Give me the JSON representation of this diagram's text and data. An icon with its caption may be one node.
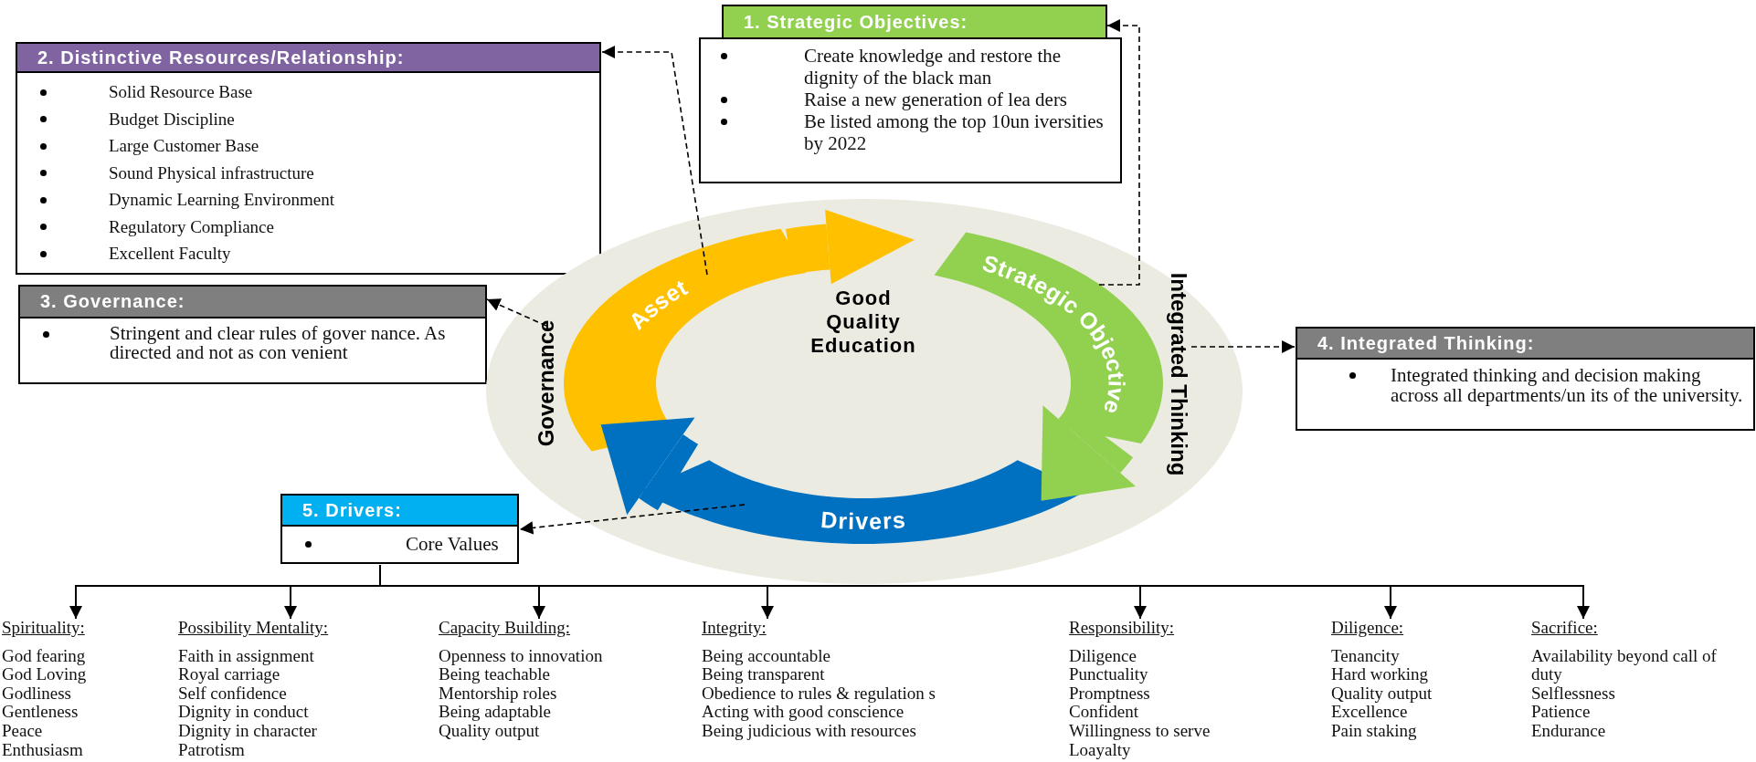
{
  "diagram": {
    "nodes": [
      {
        "text": [
          "1. Strategic Objectives:",
          "Create knowledge and restore the dignity of the black man",
          "Raise a new generation of lea ders",
          "Be listed among the top 10un iversities by 2022"
        ]
      },
      {
        "text": [
          "2. Distinctive Resources/Relationship:",
          "Solid Resource Base",
          "Budget Discipline",
          "Large Customer Base",
          "Sound Physical infrastructure",
          "Dynamic Learning Environment",
          "Regulatory Compliance",
          "Excellent Faculty"
        ]
      },
      {
        "text": [
          "3. Governance:",
          "Stringent and clear rules of gover nance. As directed and not as con venient"
        ]
      },
      {
        "text": [
          "Good Quality Education"
        ]
      },
      {
        "text": [
          "Asset"
        ],
        "in": 3
      },
      {
        "text": [
          "Strategic Objective"
        ],
        "in": 3
      },
      {
        "text": [
          "Drivers"
        ],
        "in": 3
      },
      {
        "text": [
          "Governance"
        ],
        "in": 3
      },
      {
        "text": [
          "Integrated Thinking"
        ],
        "in": 3
      },
      {
        "text": [
          "4. Integrated Thinking:",
          "Integrated thinking and decision making across all departments/un its of the university."
        ]
      },
      {
        "text": [
          "5. Drivers:",
          "Core Values"
        ]
      },
      {
        "text": [
          "Spirituality:",
          "God fearing",
          "God Loving",
          "Godliness",
          "Gentleness",
          "Peace",
          "Enthusiasm"
        ]
      },
      {
        "text": [
          "Possibility Mentality:",
          "Faith in assignment",
          "Royal carriage",
          "Self confidence",
          "Dignity in conduct",
          "Dignity in character",
          "Patrotism"
        ]
      },
      {
        "text": [
          "Capacity Building:",
          "Openness to innovation",
          "Being teachable",
          "Mentorship roles",
          "Being adaptable",
          "Quality output"
        ]
      },
      {
        "text": [
          "Integrity:",
          "Being accountable",
          "Being transparent",
          "Obedience to rules & regulation s",
          "Acting with good conscience",
          "Being judicious with resources"
        ]
      },
      {
        "text": [
          "Responsibility:",
          "Diligence",
          "Punctuality",
          "Promptness",
          "Confident",
          "Willingness to serve",
          "Loayalty"
        ]
      },
      {
        "text": [
          "Diligence:",
          "Tenancity",
          "Hard working",
          "Quality output",
          "Excellence",
          "Pain staking"
        ]
      },
      {
        "text": [
          "Sacrifice:",
          "Availability beyond call of duty",
          "Selflessness",
          "Patience",
          "Endurance"
        ]
      }
    ],
    "edges": [
      {
        "from": 5,
        "to": 0,
        "arrow": "to",
        "style": "dashed"
      },
      {
        "from": 4,
        "to": 1,
        "arrow": "to",
        "style": "dashed"
      },
      {
        "from": 7,
        "to": 2,
        "arrow": "to",
        "style": "dashed"
      },
      {
        "from": 8,
        "to": 9,
        "arrow": "to",
        "style": "dashed"
      },
      {
        "from": 6,
        "to": 10,
        "arrow": "to",
        "style": "dashed"
      },
      {
        "from": 10,
        "to": 11,
        "arrow": "to"
      },
      {
        "from": 10,
        "to": 12,
        "arrow": "to"
      },
      {
        "from": 10,
        "to": 13,
        "arrow": "to"
      },
      {
        "from": 10,
        "to": 14,
        "arrow": "to"
      },
      {
        "from": 10,
        "to": 15,
        "arrow": "to"
      },
      {
        "from": 10,
        "to": 16,
        "arrow": "to"
      },
      {
        "from": 10,
        "to": 17,
        "arrow": "to"
      },
      {
        "from": 4,
        "to": 5,
        "arrow": "to",
        "style": "thick",
        "color": "#ffc000"
      },
      {
        "from": 5,
        "to": 6,
        "arrow": "to",
        "style": "thick",
        "color": "#92d050"
      },
      {
        "from": 6,
        "to": 4,
        "arrow": "to",
        "style": "thick",
        "color": "#0070c0"
      }
    ]
  }
}
